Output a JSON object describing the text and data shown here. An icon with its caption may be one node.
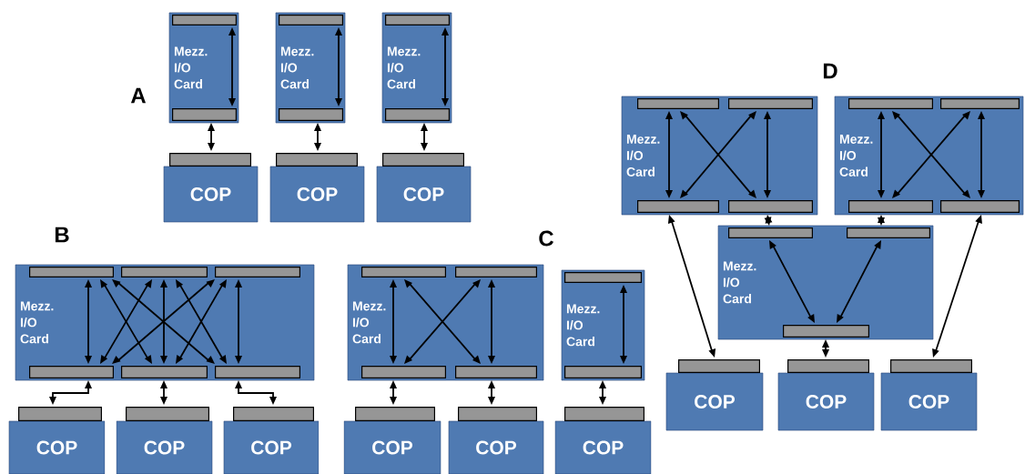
{
  "diagram": {
    "nodes": [
      {
        "text": [
          "Mezz. I/O Card"
        ]
      },
      {
        "text": [],
        "shape": "bar",
        "in": 0
      },
      {
        "text": [],
        "shape": "bar",
        "in": 0
      },
      {
        "text": [
          "COP"
        ]
      },
      {
        "text": [],
        "shape": "bar"
      },
      {
        "text": [
          "Mezz. I/O Card"
        ]
      },
      {
        "text": [],
        "shape": "bar",
        "in": 5
      },
      {
        "text": [],
        "shape": "bar",
        "in": 5
      },
      {
        "text": [
          "COP"
        ]
      },
      {
        "text": [],
        "shape": "bar"
      },
      {
        "text": [
          "Mezz. I/O Card"
        ]
      },
      {
        "text": [],
        "shape": "bar",
        "in": 10
      },
      {
        "text": [],
        "shape": "bar",
        "in": 10
      },
      {
        "text": [
          "COP"
        ]
      },
      {
        "text": [],
        "shape": "bar"
      },
      {
        "text": [
          "Mezz. I/O Card"
        ]
      },
      {
        "text": [],
        "shape": "bar",
        "in": 15
      },
      {
        "text": [],
        "shape": "bar",
        "in": 15
      },
      {
        "text": [],
        "shape": "bar",
        "in": 15
      },
      {
        "text": [],
        "shape": "bar",
        "in": 15
      },
      {
        "text": [],
        "shape": "bar",
        "in": 15
      },
      {
        "text": [],
        "shape": "bar",
        "in": 15
      },
      {
        "text": [
          "COP"
        ]
      },
      {
        "text": [],
        "shape": "bar"
      },
      {
        "text": [
          "COP"
        ]
      },
      {
        "text": [],
        "shape": "bar"
      },
      {
        "text": [
          "COP"
        ]
      },
      {
        "text": [],
        "shape": "bar"
      },
      {
        "text": [
          "Mezz. I/O Card"
        ]
      },
      {
        "text": [],
        "shape": "bar",
        "in": 28
      },
      {
        "text": [],
        "shape": "bar",
        "in": 28
      },
      {
        "text": [],
        "shape": "bar",
        "in": 28
      },
      {
        "text": [],
        "shape": "bar",
        "in": 28
      },
      {
        "text": [
          "COP"
        ]
      },
      {
        "text": [],
        "shape": "bar"
      },
      {
        "text": [
          "COP"
        ]
      },
      {
        "text": [],
        "shape": "bar"
      },
      {
        "text": [
          "Mezz. I/O Card"
        ]
      },
      {
        "text": [],
        "shape": "bar",
        "in": 37
      },
      {
        "text": [],
        "shape": "bar",
        "in": 37
      },
      {
        "text": [
          "COP"
        ]
      },
      {
        "text": [],
        "shape": "bar"
      },
      {
        "text": [
          "Mezz. I/O Card"
        ]
      },
      {
        "text": [],
        "shape": "bar",
        "in": 42
      },
      {
        "text": [],
        "shape": "bar",
        "in": 42
      },
      {
        "text": [],
        "shape": "bar",
        "in": 42
      },
      {
        "text": [],
        "shape": "bar",
        "in": 42
      },
      {
        "text": [
          "Mezz. I/O Card"
        ]
      },
      {
        "text": [],
        "shape": "bar",
        "in": 47
      },
      {
        "text": [],
        "shape": "bar",
        "in": 47
      },
      {
        "text": [],
        "shape": "bar",
        "in": 47
      },
      {
        "text": [],
        "shape": "bar",
        "in": 47
      },
      {
        "text": [
          "Mezz. I/O Card"
        ]
      },
      {
        "text": [],
        "shape": "bar",
        "in": 52
      },
      {
        "text": [],
        "shape": "bar",
        "in": 52
      },
      {
        "text": [],
        "shape": "bar",
        "in": 52
      },
      {
        "text": [
          "COP"
        ]
      },
      {
        "text": [],
        "shape": "bar"
      },
      {
        "text": [
          "COP"
        ]
      },
      {
        "text": [],
        "shape": "bar"
      },
      {
        "text": [
          "COP"
        ]
      },
      {
        "text": [],
        "shape": "bar"
      }
    ],
    "edges": [
      {
        "from": 1,
        "to": 2,
        "arrow": "both"
      },
      {
        "from": 2,
        "to": 4,
        "arrow": "both"
      },
      {
        "from": 6,
        "to": 7,
        "arrow": "both"
      },
      {
        "from": 7,
        "to": 9,
        "arrow": "both"
      },
      {
        "from": 11,
        "to": 12,
        "arrow": "both"
      },
      {
        "from": 12,
        "to": 14,
        "arrow": "both"
      },
      {
        "from": 16,
        "to": 19,
        "arrow": "both"
      },
      {
        "from": 16,
        "to": 20,
        "arrow": "both"
      },
      {
        "from": 16,
        "to": 21,
        "arrow": "both"
      },
      {
        "from": 17,
        "to": 19,
        "arrow": "both"
      },
      {
        "from": 17,
        "to": 20,
        "arrow": "both"
      },
      {
        "from": 17,
        "to": 21,
        "arrow": "both"
      },
      {
        "from": 18,
        "to": 19,
        "arrow": "both"
      },
      {
        "from": 18,
        "to": 20,
        "arrow": "both"
      },
      {
        "from": 18,
        "to": 21,
        "arrow": "both"
      },
      {
        "from": 19,
        "to": 23,
        "arrow": "both"
      },
      {
        "from": 20,
        "to": 25,
        "arrow": "both"
      },
      {
        "from": 21,
        "to": 27,
        "arrow": "both"
      },
      {
        "from": 29,
        "to": 31,
        "arrow": "both"
      },
      {
        "from": 29,
        "to": 32,
        "arrow": "both"
      },
      {
        "from": 30,
        "to": 31,
        "arrow": "both"
      },
      {
        "from": 30,
        "to": 32,
        "arrow": "both"
      },
      {
        "from": 31,
        "to": 34,
        "arrow": "both"
      },
      {
        "from": 32,
        "to": 36,
        "arrow": "both"
      },
      {
        "from": 38,
        "to": 39,
        "arrow": "both"
      },
      {
        "from": 39,
        "to": 41,
        "arrow": "both"
      },
      {
        "from": 43,
        "to": 45,
        "arrow": "both"
      },
      {
        "from": 43,
        "to": 46,
        "arrow": "both"
      },
      {
        "from": 44,
        "to": 45,
        "arrow": "both"
      },
      {
        "from": 44,
        "to": 46,
        "arrow": "both"
      },
      {
        "from": 48,
        "to": 50,
        "arrow": "both"
      },
      {
        "from": 48,
        "to": 51,
        "arrow": "both"
      },
      {
        "from": 49,
        "to": 50,
        "arrow": "both"
      },
      {
        "from": 49,
        "to": 51,
        "arrow": "both"
      },
      {
        "from": 45,
        "to": 57,
        "arrow": "both"
      },
      {
        "from": 46,
        "to": 53,
        "arrow": "both"
      },
      {
        "from": 50,
        "to": 54,
        "arrow": "both"
      },
      {
        "from": 51,
        "to": 61,
        "arrow": "both"
      },
      {
        "from": 53,
        "to": 55,
        "arrow": "both"
      },
      {
        "from": 54,
        "to": 55,
        "arrow": "both"
      },
      {
        "from": 55,
        "to": 59,
        "arrow": "both"
      }
    ],
    "labels": [
      "A",
      "B",
      "C",
      "D"
    ]
  }
}
